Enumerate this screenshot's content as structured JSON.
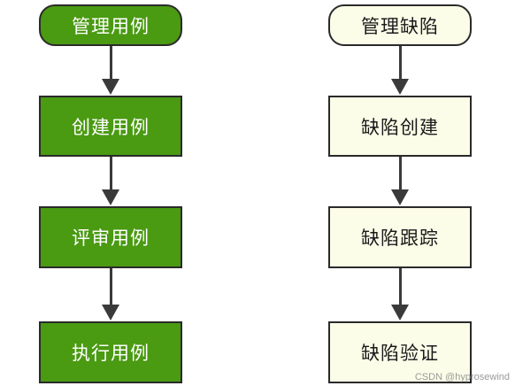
{
  "left_flow": {
    "start": "管理用例",
    "steps": [
      "创建用例",
      "评审用例",
      "执行用例"
    ]
  },
  "right_flow": {
    "start": "管理缺陷",
    "steps": [
      "缺陷创建",
      "缺陷跟踪",
      "缺陷验证"
    ]
  },
  "colors": {
    "left_fill": "#4a9a12",
    "right_fill": "#fcfde8",
    "border": "#2a2a2a",
    "arrow": "#3a3a3a"
  },
  "watermark": "CSDN @hyprosewind"
}
